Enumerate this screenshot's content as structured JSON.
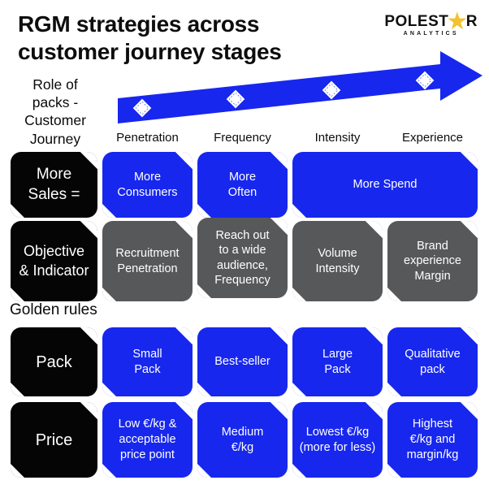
{
  "title": "RGM strategies across customer journey stages",
  "logo": {
    "part1": "POLEST",
    "star": "★",
    "part2": "R",
    "sub": "ANALYTICS"
  },
  "journey_axis": {
    "label": "Role of\npacks -\nCustomer\nJourney",
    "stages": [
      "Penetration",
      "Frequency",
      "Intensity",
      "Experience"
    ]
  },
  "matrix": {
    "sales_row": {
      "label": "More\nSales =",
      "cells": [
        "More\nConsumers",
        "More\nOften",
        "More Spend"
      ]
    },
    "objective_row": {
      "label": "Objective\n& Indicator",
      "cells": [
        "Recruitment\nPenetration",
        "Reach out\nto a wide\naudience,\nFrequency",
        "Volume\nIntensity",
        "Brand\nexperience\nMargin"
      ]
    }
  },
  "golden_rules": {
    "label": "Golden rules",
    "pack_row": {
      "label": "Pack",
      "cells": [
        "Small\nPack",
        "Best-seller",
        "Large\nPack",
        "Qualitative\npack"
      ]
    },
    "price_row": {
      "label": "Price",
      "cells": [
        "Low €/kg &\nacceptable\nprice point",
        "Medium\n€/kg",
        "Lowest €/kg\n(more for less)",
        "Highest\n€/kg and\nmargin/kg"
      ]
    }
  },
  "colors": {
    "accent_blue": "#1727ee",
    "neutral_gray": "#57585a",
    "label_black": "#050505",
    "star_yellow": "#f2c230"
  }
}
